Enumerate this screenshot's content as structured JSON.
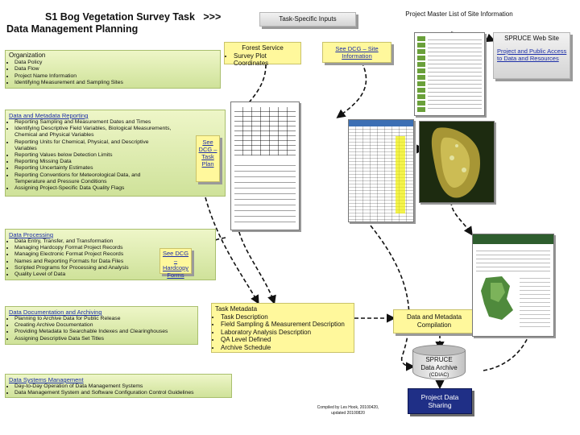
{
  "header": {
    "title_line1": "S1 Bog Vegetation Survey Task   >>>",
    "title_line2": "Data Management Planning",
    "task_inputs": "Task-Specific Inputs",
    "master_list": "Project Master List of Site Information",
    "spruce_web": "SPRUCE Web Site",
    "project_access": "Project and Public Access to Data and Resources"
  },
  "forest_service": {
    "title": "Forest Service",
    "items": [
      "Survey Plot Coordinates"
    ]
  },
  "see_dcg_site": "See DCG – Site Information",
  "organization": {
    "title": "Organization",
    "items": [
      "Data Policy",
      "Data Flow",
      "Project Name Information",
      "Identifying Measurement and Sampling Sites"
    ]
  },
  "data_reporting": {
    "title": "Data and Metadata Reporting",
    "items": [
      "Reporting Sampling and Measurement Dates and Times",
      "Identifying Descriptive Field Variables, Biological Measurements, Chemical and Physical Variables",
      "Reporting Units for Chemical, Physical, and Descriptive Variables",
      "Reporting Values below Detection Limits",
      "Reporting Missing Data",
      "Reporting Uncertainty Estimates",
      "Reporting Conventions for Meteorological Data, and Temperature and Pressure Conditions",
      "Assigning Project-Specific Data Quality Flags"
    ]
  },
  "see_dcg_task": "See DCG – Task Plan",
  "processing": {
    "title": "Data Processing",
    "items": [
      "Data Entry, Transfer, and Transformation",
      "Managing Hardcopy Format Project Records",
      "Managing Electronic Format Project Records",
      "Names and Reporting Formats for Data Files",
      "Scripted Programs for Processing and Analysis",
      "Quality Level of Data"
    ]
  },
  "see_dcg_forms": "See DCG – Hardcopy Forms",
  "documentation": {
    "title": "Data Documentation and Archiving",
    "items": [
      "Planning to Archive Data for Public Release",
      "Creating Archive Documentation",
      "Providing Metadata to Searchable Indexes and Clearinghouses",
      "Assigning Descriptive Data Set Titles"
    ]
  },
  "task_metadata": {
    "title": "Task Metadata",
    "items": [
      "Task Description",
      "Field Sampling & Measurement Description",
      "Laboratory Analysis Description",
      "QA Level Defined",
      "Archive Schedule"
    ]
  },
  "compilation": "Data and Metadata Compilation",
  "archive": {
    "line1": "SPRUCE",
    "line2": "Data Archive",
    "line3": "(CDIAC)"
  },
  "systems": {
    "title": "Data Systems Management",
    "items": [
      "Day-to-Day Operation of Data Management Systems",
      "Data Management System and Software Configuration Control Guidelines"
    ]
  },
  "sharing": "Project Data Sharing",
  "compiled": {
    "line1": "Compiled by Les Hook, 20100420,",
    "line2": "updated 20100820"
  }
}
